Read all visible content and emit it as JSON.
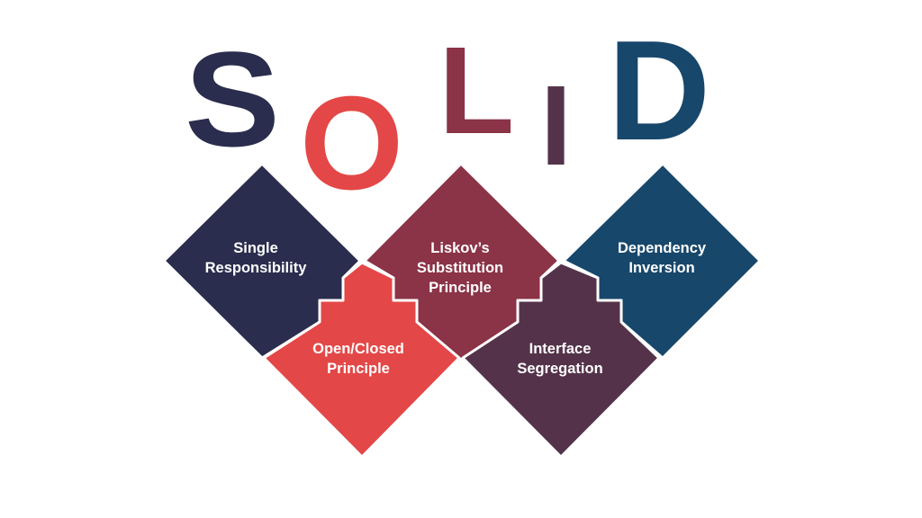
{
  "title_letters": [
    {
      "char": "S",
      "color": "#2b2d4e"
    },
    {
      "char": "O",
      "color": "#e44747"
    },
    {
      "char": "L",
      "color": "#8b3347"
    },
    {
      "char": "I",
      "color": "#54334a"
    },
    {
      "char": "D",
      "color": "#17476b"
    }
  ],
  "principles": {
    "single": {
      "lines": [
        "Single",
        "Responsibility"
      ],
      "color": "#2b2d4e"
    },
    "open": {
      "lines": [
        "Open/Closed",
        "Principle"
      ],
      "color": "#e44747"
    },
    "liskov": {
      "lines": [
        "Liskov’s",
        "Substitution",
        "Principle"
      ],
      "color": "#8b3347"
    },
    "interface": {
      "lines": [
        "Interface",
        "Segregation"
      ],
      "color": "#54334a"
    },
    "dependency": {
      "lines": [
        "Dependency",
        "Inversion"
      ],
      "color": "#17476b"
    }
  }
}
